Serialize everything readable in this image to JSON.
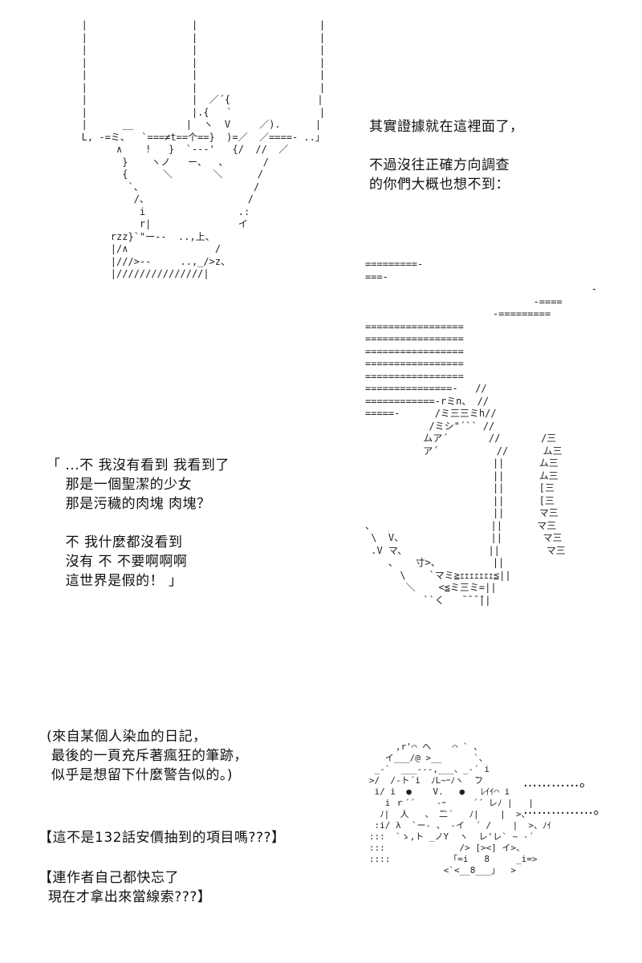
{
  "aa": {
    "hand_on_frame": "   |                  |                     |\n   |                  |                     |\n   |                  |                     |\n   |                  |                     |\n   |                  |                     |\n   |                  |                     |\n   |                  |  ／´{               |\n   |                  |.{   `               |\n   |      __         |  ヽ  V     ／).      |\n   L, -=ミ、  `===≠t==个==}  )=／  ／====- ..」\n         ∧    !   }  `---'   {/  //  ／\n          }    ヽノ   ー、  、      /\n          {      ＼       ＼      /\n           `、                   /\n            /、                 /\n             i                .:\n             r|               イ\n        rzz}`\"ー--  ..,上、\n        |/∧               /\n        |///>--     ..,_/>z、\n        |///////////////|",
    "girl_with_eyes": "        ,r'⌒ ヘ    ⌒ ` 、\n      イ___/@ >__      `、\n    _-`  ___---,___、_-´ i\n   >/  /‐ト´i  ﾉL~ｰﾉヽ  ̄フ\n    i/ i  ●    V.   ●   ﾚｲｲ⌒ i\n      i ｒ´´    -ｰ     ´´ レﾉ |   |\n     ﾉ|  人   、 ̄二´   ﾉ|    |  >、\n    :i/ λ  `ー‐ 、 ‐イ  ´ /    |  >、ﾉｲ\n   :::  `ゝ,ト _ノY  ヽ  レ'レ` ~ -´\n   :::              /> [><] イ>、\n   ::::           「=i   8     _i=>\n                 <`<__8___」  >",
    "ink_veins": "=========-\n===-\n                                       -\n                             -====\n                      -=========\n=================\n=================\n=================\n=================\n=================\n===============-   //\n============-rミn、 //\n=====-      /ミ三三ミh//\n           /ミシ\"´`` //\n          ムア´       //       /三\n          ア´          //      ム三\n                      ||      ム三\n                      ||      ム三\n                      ||      [三\n                      ||      [三\n                      ||      マ三\n、                    ||      マ三\n \\  V、               ||       マ三\n .V マ、              ||        マ三\n    、   寸>、         ||\n      \\    `マミ≧ｪｪｪｪｪｪｪ≦||\n       ＼    <≦ミ三ミ=||\n          ``く   ̄ ̄ ̄ ̄||"
  },
  "narration": {
    "evidence": "其實證據就在這裡面了，\n\n不過沒往正確方向調查\n的你們大概也想不到：",
    "dialogue": "「 ...不 我沒有看到 我看到了\n    那是一個聖潔的少女\n    那是污穢的肉塊 肉塊？\n\n    不 我什麼都沒看到\n    沒有 不 不要啊啊啊\n    這世界是假的！ 」",
    "diary": "(來自某個人染血的日記，\n 最後的一頁充斥著瘋狂的筆跡，\n 似乎是想留下什麼警告似的。)",
    "comment_132": "【這不是132話安價抽到的項目嗎???】",
    "comment_author": "【連作者自己都快忘了\n  現在才拿出來當線索???】",
    "ellipsis_1": "…………。",
    "ellipsis_2": "……………。"
  }
}
